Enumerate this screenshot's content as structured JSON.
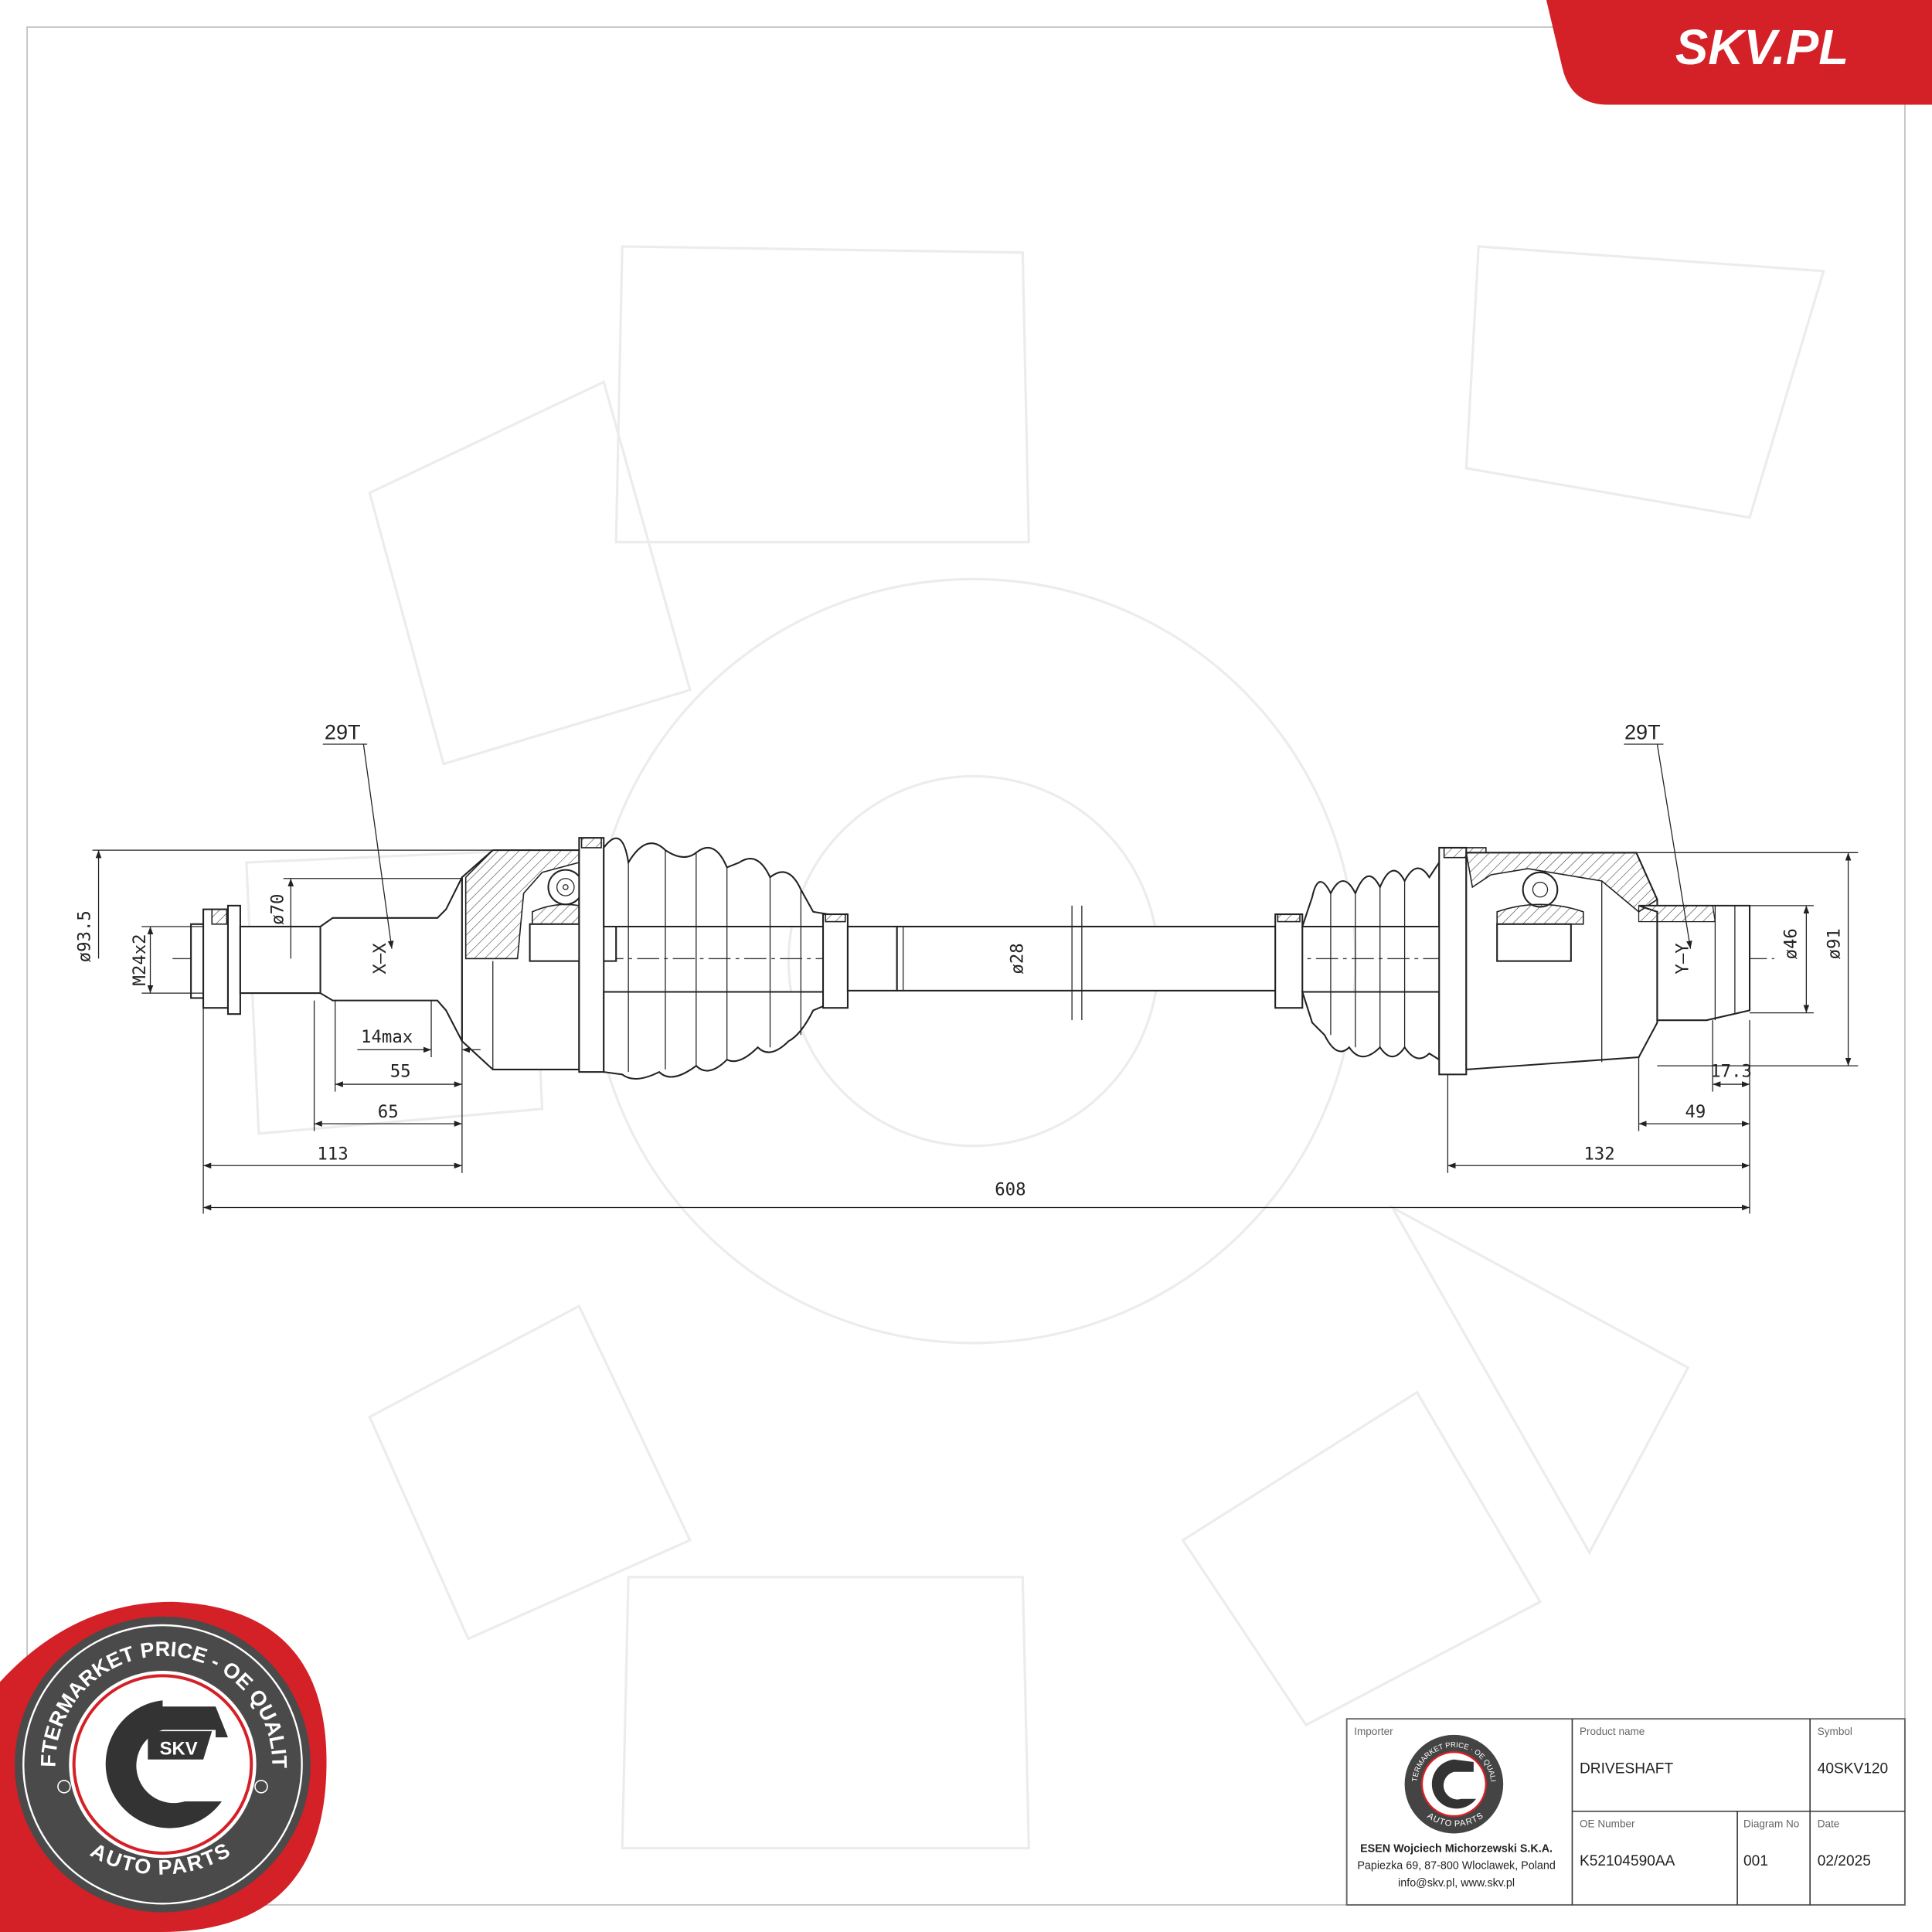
{
  "brand": {
    "logo_text": "SKV.PL",
    "color": "#d42027"
  },
  "drawing": {
    "left_spline_label": "29T",
    "right_spline_label": "29T",
    "section_left": "X–X",
    "section_right": "Y–Y",
    "dimensions": {
      "dia_93_5": "ø93.5",
      "thread": "M24x2",
      "dia_70": "ø70",
      "dia_28": "ø28",
      "dia_46": "ø46",
      "dia_91": "ø91",
      "d14max": "14max",
      "d55": "55",
      "d65": "65",
      "d113": "113",
      "d608": "608",
      "d132": "132",
      "d49": "49",
      "d17_3": "17.3"
    }
  },
  "stamp": {
    "top_text": "AFTERMARKET PRICE - OE QUALITY",
    "bottom_text": "AUTO PARTS",
    "center_text": "SKV"
  },
  "title_block": {
    "importer_label": "Importer",
    "importer_name": "ESEN Wojciech Michorzewski S.K.A.",
    "importer_address": "Papiezka 69, 87-800 Wloclawek, Poland",
    "importer_contact": "info@skv.pl, www.skv.pl",
    "product_name_label": "Product name",
    "product_name": "DRIVESHAFT",
    "symbol_label": "Symbol",
    "symbol": "40SKV120",
    "oe_number_label": "OE Number",
    "oe_number": "K52104590AA",
    "diagram_no_label": "Diagram No",
    "diagram_no": "001",
    "date_label": "Date",
    "date": "02/2025"
  }
}
